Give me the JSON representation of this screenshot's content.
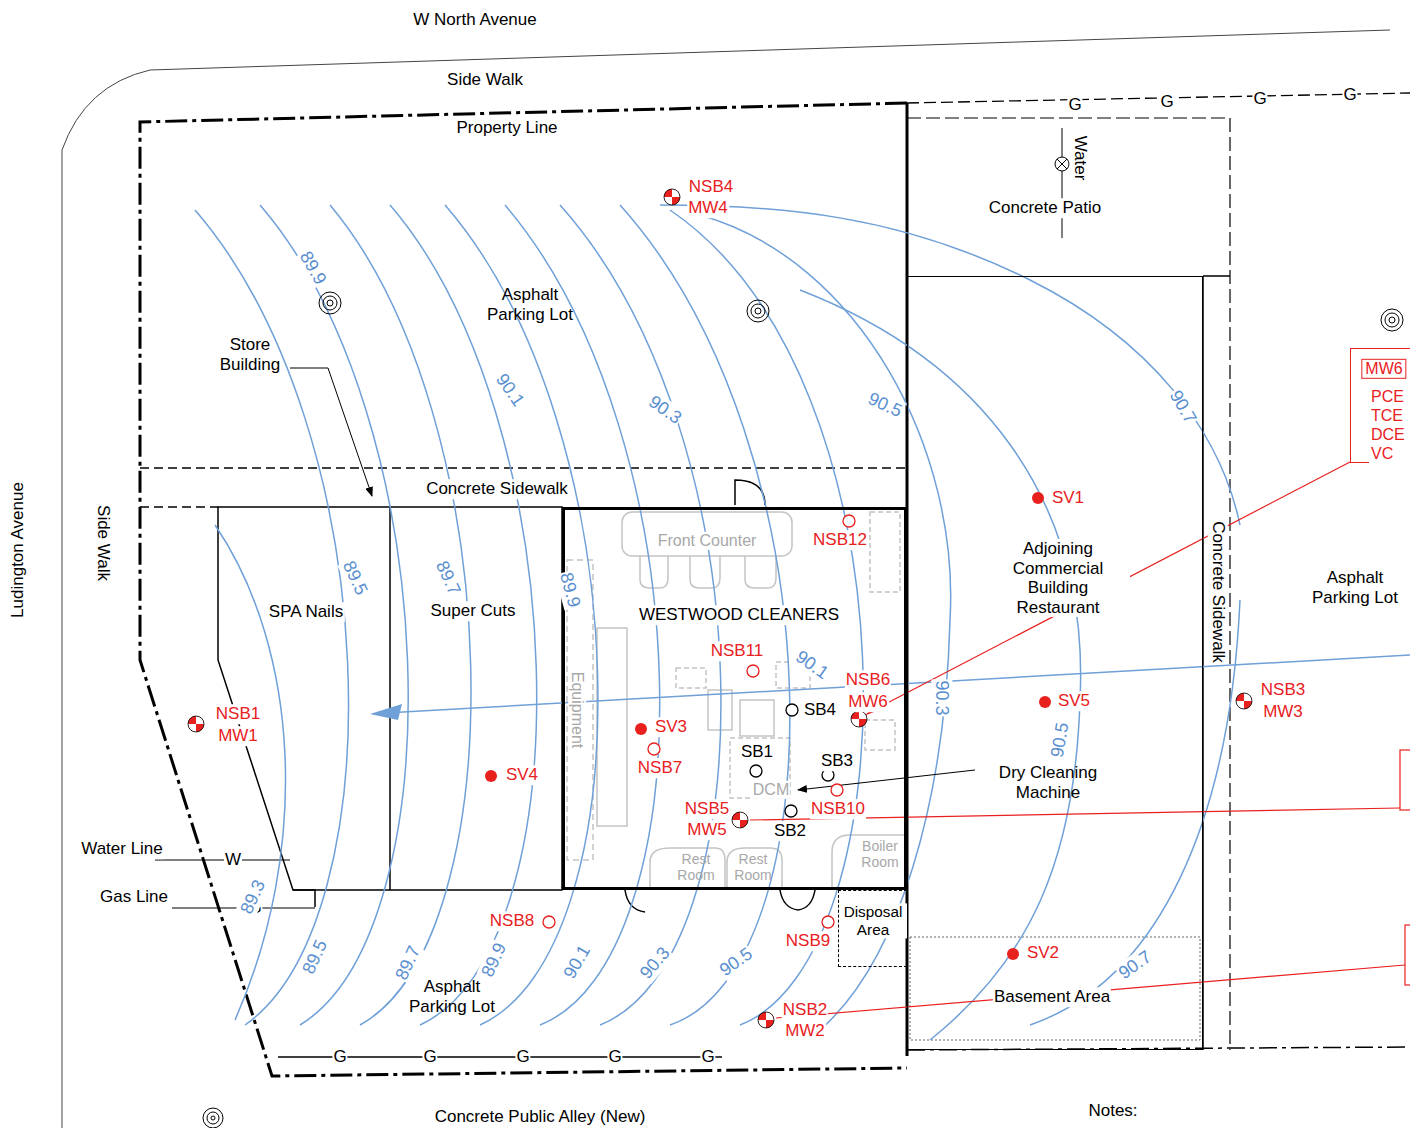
{
  "diagram": {
    "nodes": [
      {
        "text": [
          "SPA Nails"
        ]
      },
      {
        "text": [
          "Super Cuts"
        ]
      },
      {
        "text": [
          "WESTWOOD CLEANERS"
        ]
      },
      {
        "text": [
          "Adjoining Commercial Building Restaurant"
        ]
      },
      {
        "text": [
          "Disposal Area"
        ]
      },
      {
        "text": [
          "MW6",
          "PCE TCE DCE VC"
        ]
      }
    ],
    "labels": [
      "W North Avenue",
      "Side Walk",
      "Property Line",
      "Water",
      "Concrete Patio",
      "NSB4",
      "MW4",
      "Asphalt Parking Lot",
      "Store Building",
      "Concrete Sidewalk",
      "Ludington Avenue",
      "Side Walk",
      "Front Counter",
      "NSB12",
      "SV1",
      "Concrete Sidewalk",
      "Asphalt Parking Lot",
      "NSB11",
      "Equipment",
      "NSB6",
      "MW6",
      "NSB1",
      "MW1",
      "SV5",
      "NSB3",
      "MW3",
      "SB4",
      "SV3",
      "NSB7",
      "SV4",
      "SB1",
      "SB3",
      "DCM",
      "Dry Cleaning Machine",
      "NSB5",
      "MW5",
      "NSB10",
      "SB2",
      "Rest Room",
      "Rest Room",
      "Boiler Room",
      "Water Line",
      "W",
      "Gas Line",
      "G",
      "NSB8",
      "NSB9",
      "SV2",
      "Basement Area",
      "NSB2",
      "MW2",
      "Asphalt Parking Lot",
      "Concrete Public Alley (New)",
      "Notes:",
      "G",
      "G",
      "G",
      "G",
      "G",
      "G",
      "G",
      "G",
      "G",
      "89.9",
      "90.1",
      "90.3",
      "90.5",
      "90.7",
      "89.5",
      "89.7",
      "89.9",
      "90.1",
      "90.3",
      "90.5",
      "89.3",
      "89.5",
      "89.7",
      "89.9",
      "90.1",
      "90.3",
      "90.5",
      "90.7"
    ]
  }
}
